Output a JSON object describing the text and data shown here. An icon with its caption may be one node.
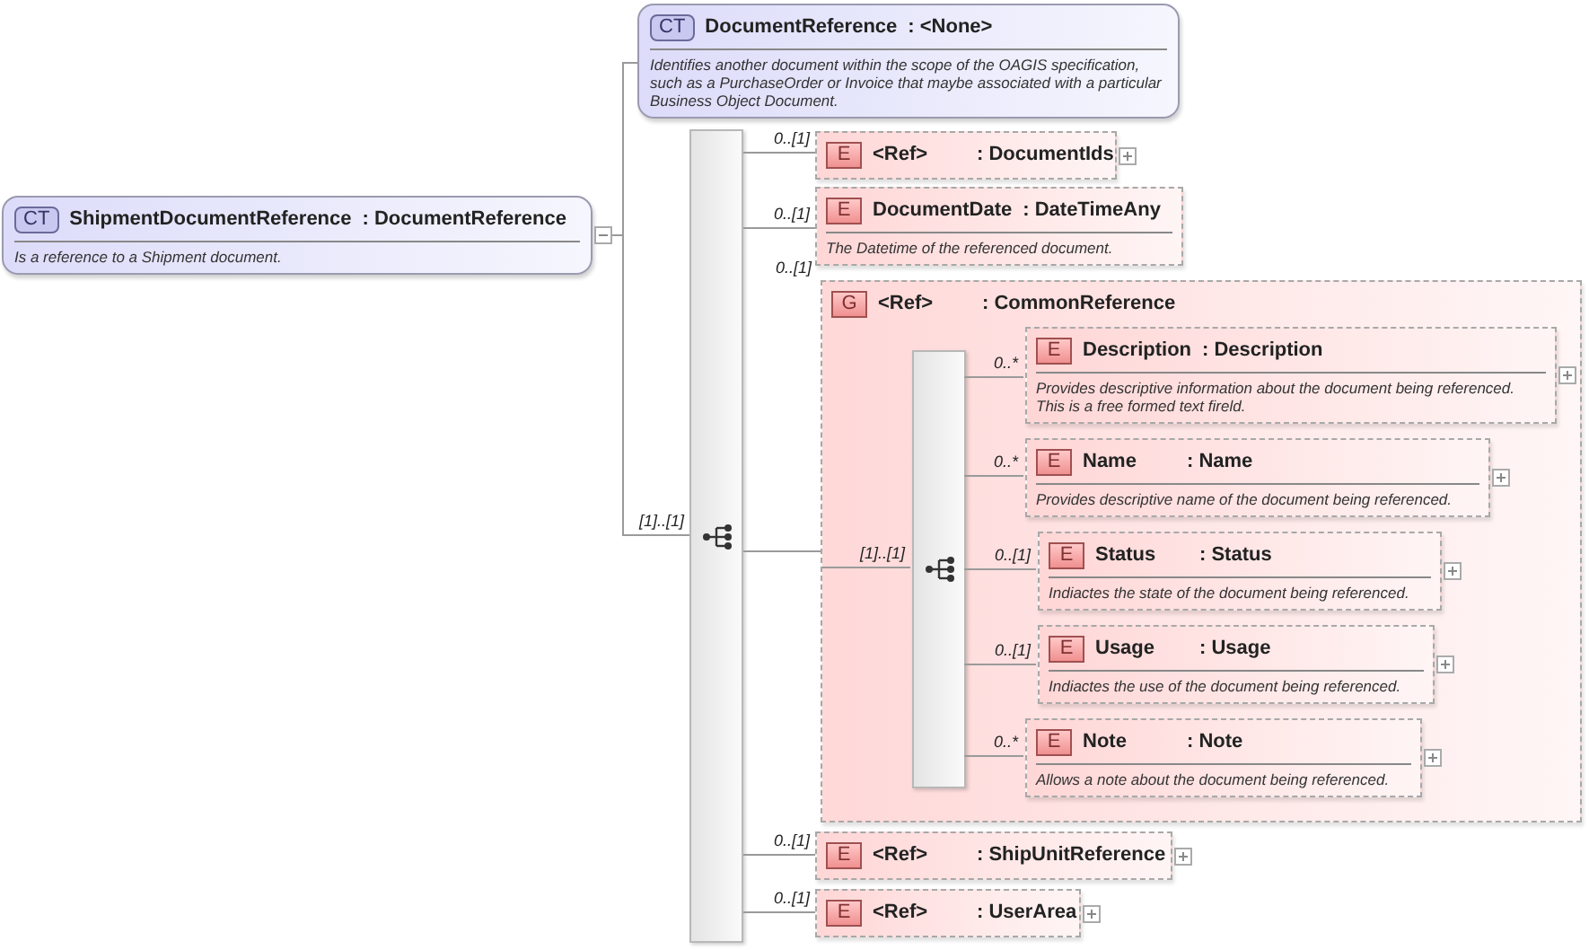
{
  "diagram": {
    "nodes": [
      {
        "text": [
          "CT",
          "ShipmentDocumentReference",
          ": DocumentReference",
          "Is a reference to a Shipment document."
        ]
      },
      {
        "text": [
          "CT",
          "DocumentReference",
          ": <None>",
          "Identifies another document within the scope of the OAGIS specification, such as a PurchaseOrder or Invoice that maybe associated with a particular Business Object Document."
        ]
      },
      {
        "text": [],
        "shape": "bar"
      },
      {
        "text": [
          "E",
          "<Ref>",
          ": DocumentIds"
        ]
      },
      {
        "text": [
          "E",
          "DocumentDate",
          ": DateTimeAny",
          "The Datetime of the referenced document."
        ]
      },
      {
        "text": [
          "G",
          "<Ref>",
          ": CommonReference"
        ],
        "beside": [
          "0..[1]"
        ]
      },
      {
        "text": [],
        "shape": "bar",
        "in": 5
      },
      {
        "text": [
          "E",
          "Description",
          ": Description",
          "Provides descriptive information about the document being referenced. This is a free formed text fireld."
        ],
        "in": 5
      },
      {
        "text": [
          "E",
          "Name",
          ": Name",
          "Provides descriptive name of the document being referenced."
        ],
        "in": 5
      },
      {
        "text": [
          "E",
          "Status",
          ": Status",
          "Indiactes the state of the document being referenced."
        ],
        "in": 5
      },
      {
        "text": [
          "E",
          "Usage",
          ": Usage",
          "Indiactes the use of the document being referenced."
        ],
        "in": 5
      },
      {
        "text": [
          "E",
          "Note",
          ": Note",
          "Allows a note about the document being referenced."
        ],
        "in": 5
      },
      {
        "text": [
          "E",
          "<Ref>",
          ": ShipUnitReference"
        ]
      },
      {
        "text": [
          "E",
          "<Ref>",
          ": UserArea"
        ]
      }
    ],
    "edges": [
      {
        "from": 0,
        "to": 1,
        "arrow": "none"
      },
      {
        "from": 0,
        "to": 2,
        "arrow": "none",
        "label": "[1]..[1]"
      },
      {
        "from": 2,
        "to": 3,
        "arrow": "none",
        "label": "0..[1]"
      },
      {
        "from": 2,
        "to": 4,
        "arrow": "none",
        "label": "0..[1]"
      },
      {
        "from": 2,
        "to": 5,
        "arrow": "none"
      },
      {
        "from": 5,
        "to": 6,
        "arrow": "none",
        "label": "[1]..[1]"
      },
      {
        "from": 6,
        "to": 7,
        "arrow": "none",
        "label": "0..*"
      },
      {
        "from": 6,
        "to": 8,
        "arrow": "none",
        "label": "0..*"
      },
      {
        "from": 6,
        "to": 9,
        "arrow": "none",
        "label": "0..[1]"
      },
      {
        "from": 6,
        "to": 10,
        "arrow": "none",
        "label": "0..[1]"
      },
      {
        "from": 6,
        "to": 11,
        "arrow": "none",
        "label": "0..*"
      },
      {
        "from": 2,
        "to": 12,
        "arrow": "none",
        "label": "0..[1]"
      },
      {
        "from": 2,
        "to": 13,
        "arrow": "none",
        "label": "0..[1]"
      }
    ]
  }
}
